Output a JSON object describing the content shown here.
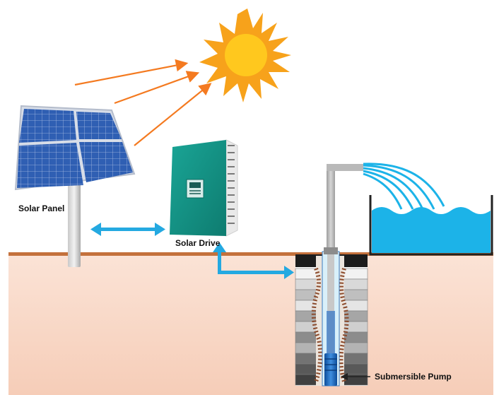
{
  "labels": {
    "solar_panel": "Solar Panel",
    "solar_drive": "Solar Drive",
    "submersible_pump": "Submersible Pump"
  },
  "colors": {
    "sun": "#f7a21b",
    "sun_core": "#ffc81e",
    "sun_ray_arrow": "#f47a20",
    "panel_blue": "#2f5fb3",
    "panel_frame": "#cfd6e2",
    "drive_teal": "#139484",
    "ground": "#f7d7c6",
    "ground_edge": "#c4713c",
    "water": "#1cb3e8",
    "flow_arrow": "#24a9e1",
    "pipe": "#b9b9b9"
  },
  "icons": {
    "sun": "sun-icon",
    "panel": "solar-panel-icon",
    "drive": "solar-drive-icon",
    "pump": "submersible-pump-icon",
    "tank": "water-tank-icon"
  }
}
